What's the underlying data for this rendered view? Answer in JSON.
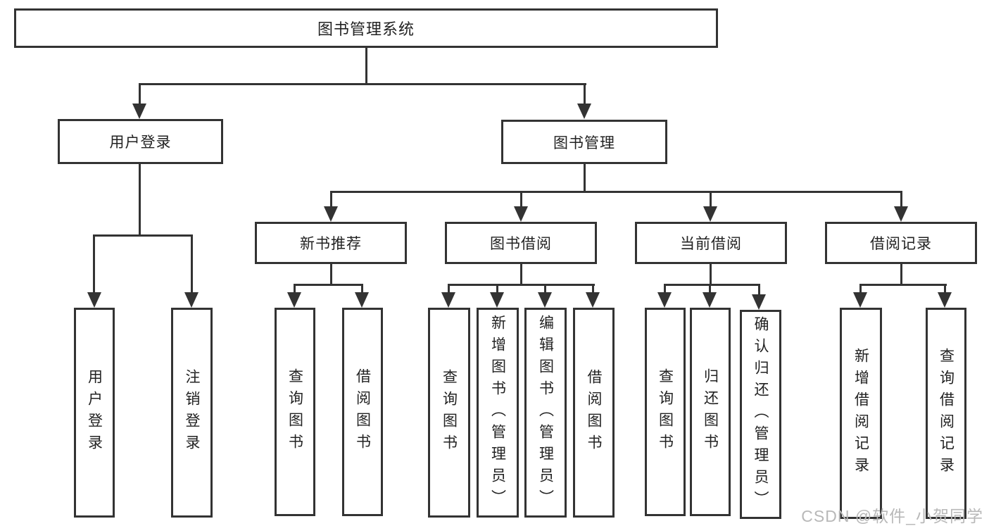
{
  "diagram": {
    "root": "图书管理系统",
    "branches": [
      {
        "label": "用户登录",
        "children": [
          "用户登录",
          "注销登录"
        ]
      },
      {
        "label": "图书管理",
        "sections": [
          {
            "label": "新书推荐",
            "children": [
              "查询图书",
              "借阅图书"
            ]
          },
          {
            "label": "图书借阅",
            "children": [
              "查询图书",
              "新增图书（管理员）",
              "编辑图书（管理员）",
              "借阅图书"
            ]
          },
          {
            "label": "当前借阅",
            "children": [
              "查询图书",
              "归还图书",
              "确认归还（管理员）"
            ]
          },
          {
            "label": "借阅记录",
            "children": [
              "新增借阅记录",
              "查询借阅记录"
            ]
          }
        ]
      }
    ]
  },
  "watermark": "CSDN @软件_小贺同学",
  "colors": {
    "line": "#333333",
    "text": "#222222",
    "background": "#ffffff",
    "watermark": "#b8b8b8"
  }
}
